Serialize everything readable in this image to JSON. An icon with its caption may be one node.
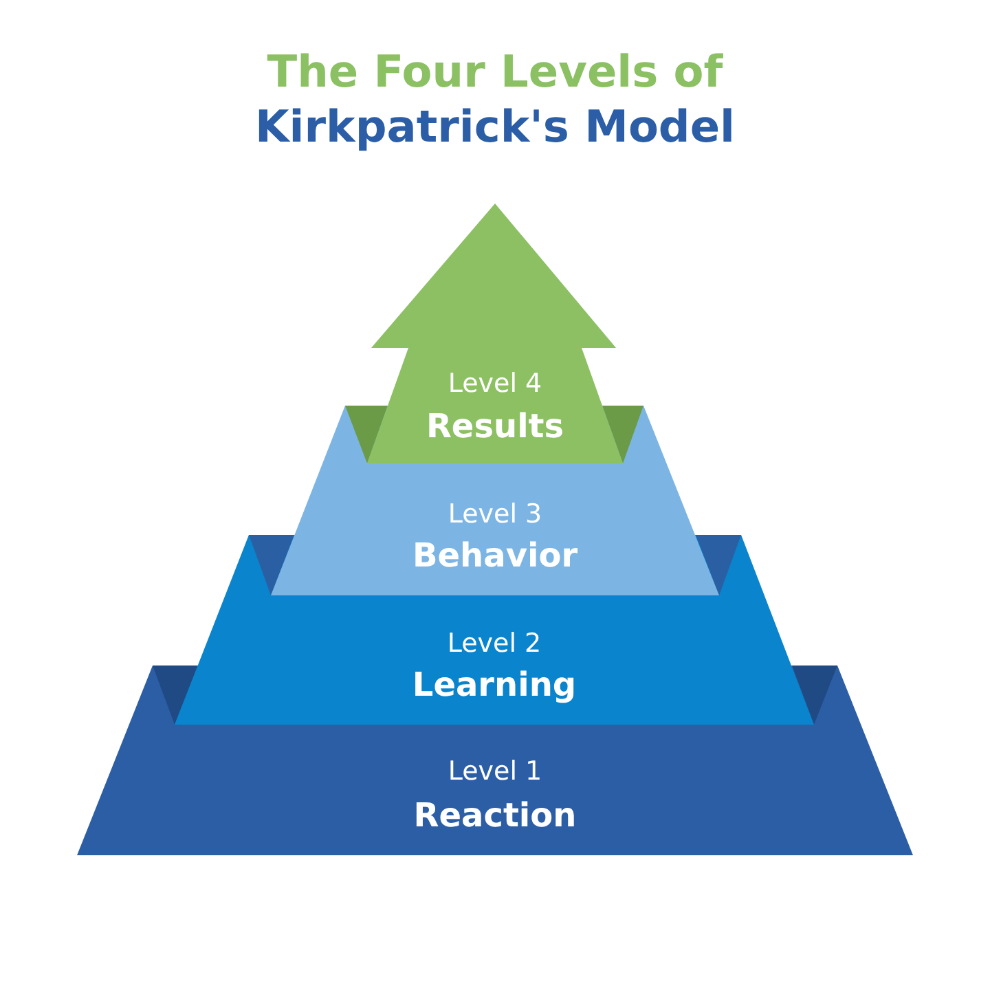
{
  "diagram": {
    "title": "The Four Levels of Kirkpatrick's Model",
    "nodes": [
      {
        "text": [
          "Level 4",
          "Results"
        ]
      },
      {
        "text": [
          "Level 3",
          "Behavior"
        ]
      },
      {
        "text": [
          "Level 2",
          "Learning"
        ]
      },
      {
        "text": [
          "Level 1",
          "Reaction"
        ]
      }
    ]
  }
}
